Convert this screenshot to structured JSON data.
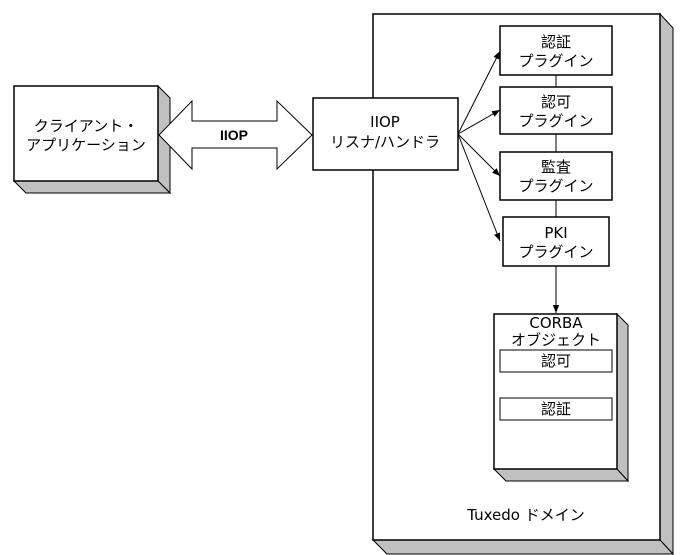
{
  "diagram": {
    "client": {
      "line1": "クライアント・",
      "line2": "アプリケーション"
    },
    "protocol_arrow": {
      "label": "IIOP"
    },
    "listener": {
      "line1": "IIOP",
      "line2": "リスナ/ハンドラ"
    },
    "plugins": [
      {
        "line1": "認証",
        "line2": "プラグイン"
      },
      {
        "line1": "認可",
        "line2": "プラグイン"
      },
      {
        "line1": "監査",
        "line2": "プラグイン"
      },
      {
        "line1": "PKI",
        "line2": "プラグイン"
      }
    ],
    "corba_object": {
      "line1": "CORBA",
      "line2": "オブジェクト",
      "inner_boxes": [
        "認可",
        "認証"
      ]
    },
    "domain": {
      "label": "Tuxedo ドメイン"
    },
    "colors": {
      "shadow": "#c0c0c0",
      "stroke": "#000000",
      "fill": "#ffffff"
    }
  }
}
